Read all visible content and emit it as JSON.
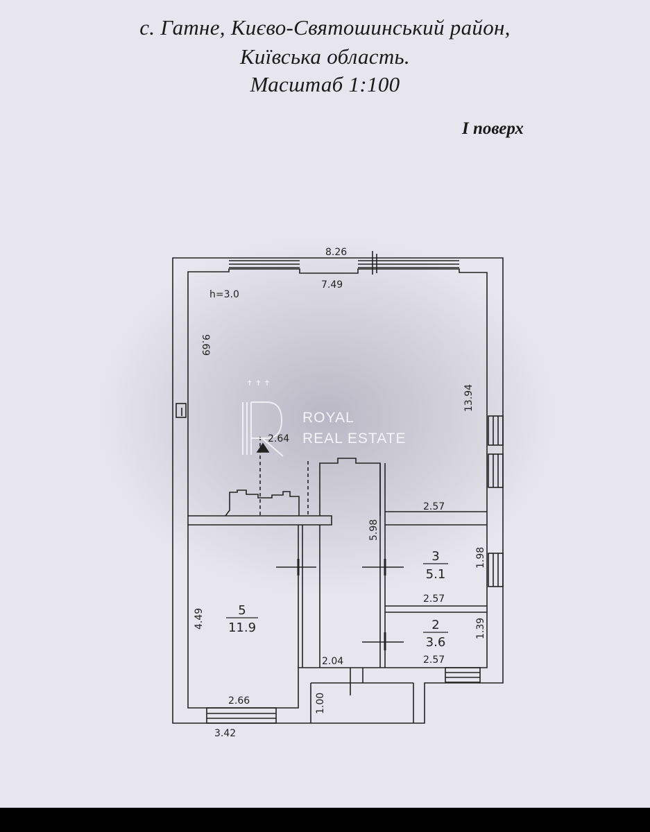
{
  "header": {
    "line1": "с. Гатне, Києво-Святошинський район,",
    "line2": "Київська область.",
    "line3": "Масштаб 1:100",
    "floor_label": "I поверх"
  },
  "plan": {
    "height_note": "h=3.0",
    "dims": {
      "top_outer": "8.26",
      "top_inner": "7.49",
      "left_upper": "9.69",
      "right_upper": "13.94",
      "stair": "2.64",
      "corridor": "5.98",
      "room3_top": "2.57",
      "room3_side": "1.98",
      "room3_bottom": "2.57",
      "room2_side": "1.39",
      "room2_bottom": "2.57",
      "room5_side": "4.49",
      "room5_bottom": "2.66",
      "bottom_outer": "3.42",
      "porch_width": "2.04",
      "porch_depth": "1.00"
    },
    "rooms": [
      {
        "number": "5",
        "area": "11.9"
      },
      {
        "number": "3",
        "area": "5.1"
      },
      {
        "number": "2",
        "area": "3.6"
      }
    ]
  },
  "watermark": {
    "line1": "ROYAL",
    "line2": "REAL ESTATE"
  },
  "colors": {
    "paper": "#e7e6ee",
    "ink": "#222222",
    "watermark": "#f4f4f8"
  }
}
